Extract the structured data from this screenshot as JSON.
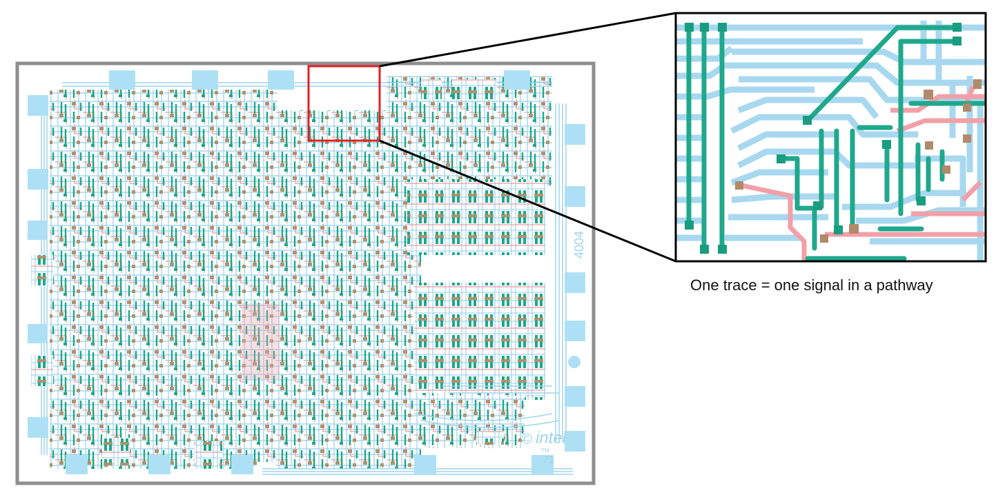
{
  "chip": {
    "label": "4004",
    "brand": "intel",
    "trademark": "TM",
    "year": "71",
    "copyright_symbol": "©"
  },
  "zoom": {
    "caption": "One trace = one signal in a pathway"
  },
  "colors": {
    "pad": "#aee0f5",
    "metal_trace": "#9fd4ec",
    "poly_trace": "#ef9aa2",
    "diffusion": "#1aa88a",
    "contact": "#b0926a",
    "frame": "#8e8e8e",
    "highlight": "#e32020",
    "callout": "#000000"
  }
}
